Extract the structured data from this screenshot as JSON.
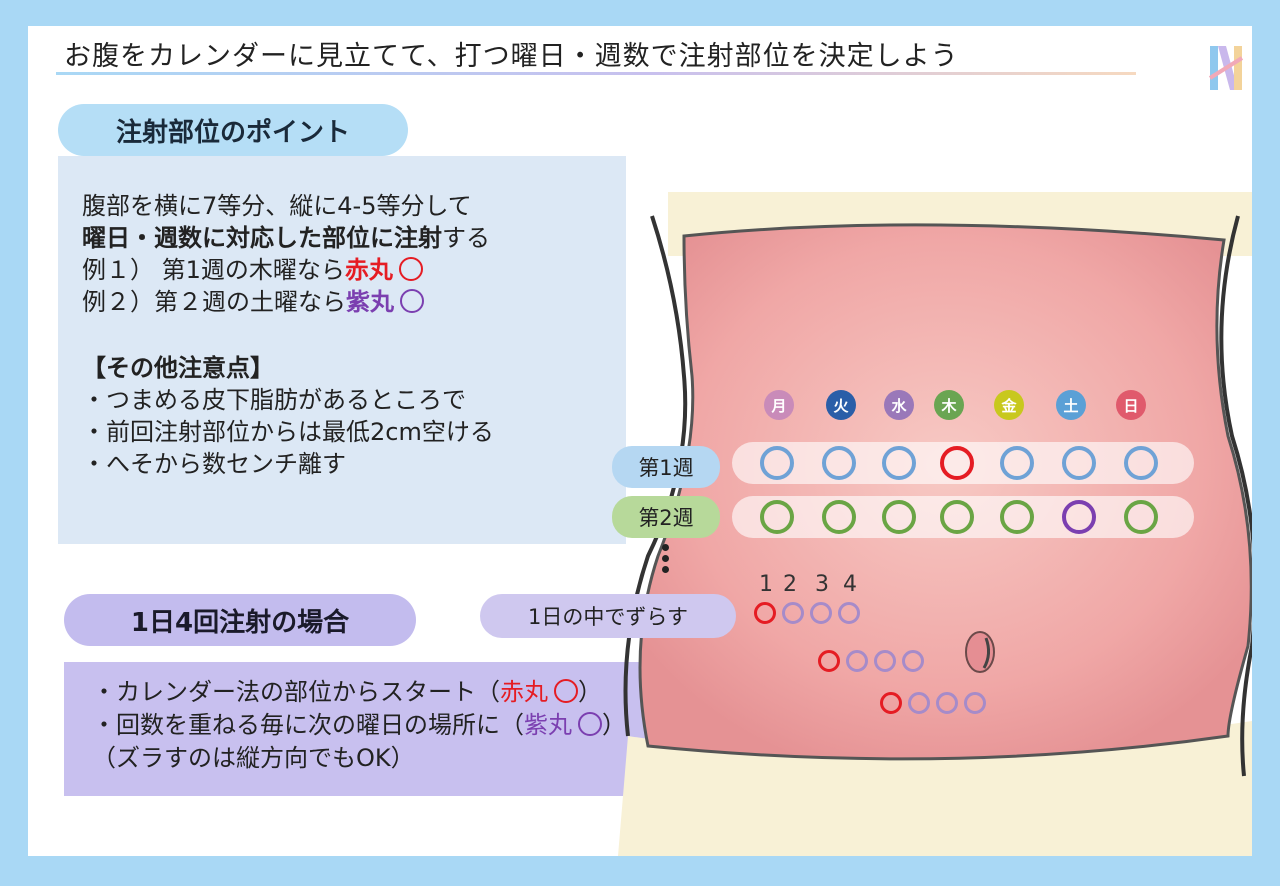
{
  "title": "お腹をカレンダーに見立てて、打つ曜日・週数で注射部位を決定しよう",
  "points": {
    "heading": "注射部位のポイント",
    "line1": "腹部を横に7等分、縦に4-5等分して",
    "line2_bold": "曜日・週数に対応した部位に注射",
    "line2_rest": "する",
    "ex1_prefix": "例１） 第1週の木曜なら",
    "ex1_color": "赤丸",
    "ex2_prefix": "例２）第２週の土曜なら",
    "ex2_color": "紫丸",
    "notes_title": "【その他注意点】",
    "notes": [
      "・つまめる皮下脂肪があるところで",
      "・前回注射部位からは最低2cm空ける",
      "・へそから数センチ離す"
    ]
  },
  "four_times": {
    "heading": "1日4回注射の場合",
    "line1_prefix": "・カレンダー法の部位からスタート（",
    "line1_color": "赤丸",
    "line1_suffix": "）",
    "line2_prefix": "・回数を重ねる毎に次の曜日の場所に（",
    "line2_color": "紫丸",
    "line2_suffix": "）",
    "line3": "（ズラすのは縦方向でもOK）"
  },
  "diagram": {
    "days": [
      "月",
      "火",
      "水",
      "木",
      "金",
      "土",
      "日"
    ],
    "week1_label": "第1週",
    "week2_label": "第2週",
    "shift_label": "1日の中でずらす",
    "dose_numbers": [
      "1",
      "2",
      "3",
      "4"
    ]
  },
  "colors": {
    "day_badges": [
      "#c98bb9",
      "#2a5ea8",
      "#9a78b9",
      "#6aa552",
      "#c8c81e",
      "#5ba0d6",
      "#e05a6c"
    ],
    "week1_ring": "#6fa2d6",
    "week2_ring": "#6aa544",
    "highlight_red": "#e51c23",
    "highlight_purple": "#7b3fb0",
    "dose_ring": "#a68bc9"
  }
}
